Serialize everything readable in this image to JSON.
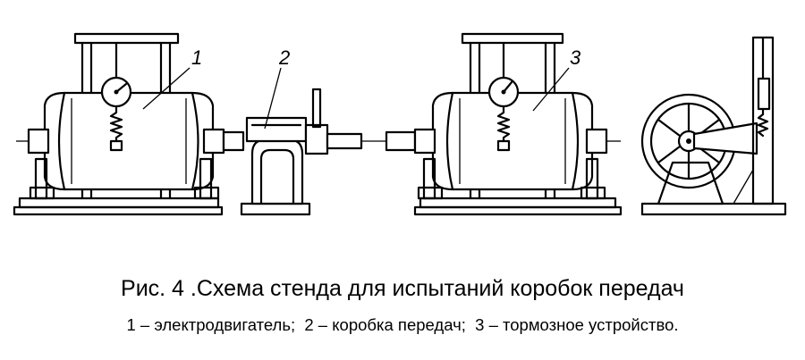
{
  "figure": {
    "labels": [
      "1",
      "2",
      "3"
    ],
    "title": "Рис. 4 .Схема стенда для испытаний коробок передач",
    "legend": "1 – электродвигатель;  2 – коробка передач;  3 – тормозное устройство."
  }
}
